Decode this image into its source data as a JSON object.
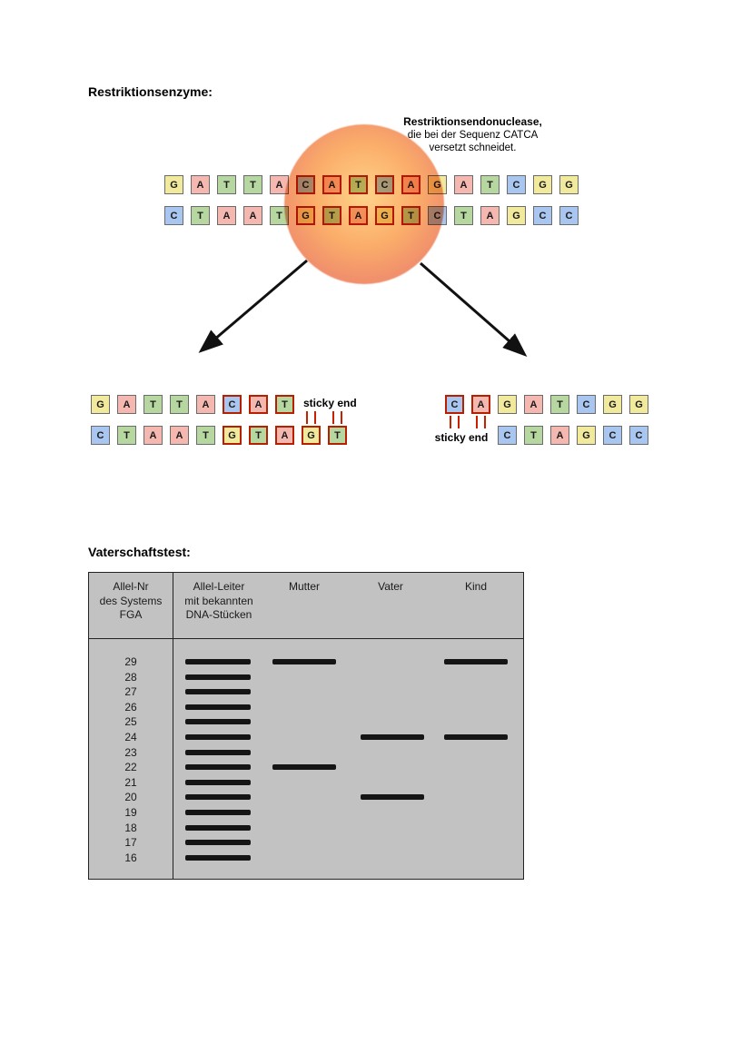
{
  "sections": {
    "restriktionsenzyme": {
      "title": "Restriktionsenzyme:"
    },
    "vaterschaftstest": {
      "title": "Vaterschaftstest:"
    }
  },
  "enzyme_annotation": {
    "line1": "Restriktionsendonuclease,",
    "line2": "die bei der Sequenz CATCA",
    "line3": "versetzt schneidet."
  },
  "base_colors": {
    "G": "#f1e99c",
    "A": "#f5b8b0",
    "T": "#b7d7a1",
    "C": "#a9c6f0"
  },
  "highlight_border_color": "#b42000",
  "dna": {
    "full": {
      "top": "GATTACATCAGATCGG",
      "bottom": "CTAATGTAGTCTAGCC",
      "top_highlight": [
        5,
        6,
        7,
        8,
        9
      ],
      "bottom_highlight": [
        5,
        6,
        7,
        8,
        9
      ]
    },
    "left_fragment": {
      "top": "GATTACAT",
      "bottom": "CTAATGTAGT",
      "top_highlight": [
        5,
        6,
        7
      ],
      "bottom_highlight": [
        5,
        6,
        7,
        8,
        9
      ],
      "sticky_label": "sticky end"
    },
    "right_fragment": {
      "top": "CAGATCGG",
      "bottom": "CTAGCC",
      "top_highlight": [
        0,
        1
      ],
      "bottom_highlight": [],
      "sticky_label": "sticky end"
    }
  },
  "gel": {
    "columns": [
      {
        "name": "allel-nr",
        "lines": [
          "Allel-Nr",
          "des Systems",
          "FGA"
        ]
      },
      {
        "name": "ladder",
        "lines": [
          "Allel-Leiter",
          "mit bekannten",
          "DNA-Stücken"
        ]
      },
      {
        "name": "mutter",
        "lines": [
          "Mutter"
        ]
      },
      {
        "name": "vater",
        "lines": [
          "Vater"
        ]
      },
      {
        "name": "kind",
        "lines": [
          "Kind"
        ]
      }
    ],
    "alleles": [
      29,
      28,
      27,
      26,
      25,
      24,
      23,
      22,
      21,
      20,
      19,
      18,
      17,
      16
    ],
    "lanes": [
      {
        "name": "ladder",
        "bands": [
          29,
          28,
          27,
          26,
          25,
          24,
          23,
          22,
          21,
          20,
          19,
          18,
          17,
          16
        ]
      },
      {
        "name": "mutter",
        "bands": [
          29,
          22
        ]
      },
      {
        "name": "vater",
        "bands": [
          24,
          20
        ]
      },
      {
        "name": "kind",
        "bands": [
          29,
          24
        ]
      }
    ],
    "band_color": "#151515",
    "gel_background": "#c2c2c2"
  }
}
